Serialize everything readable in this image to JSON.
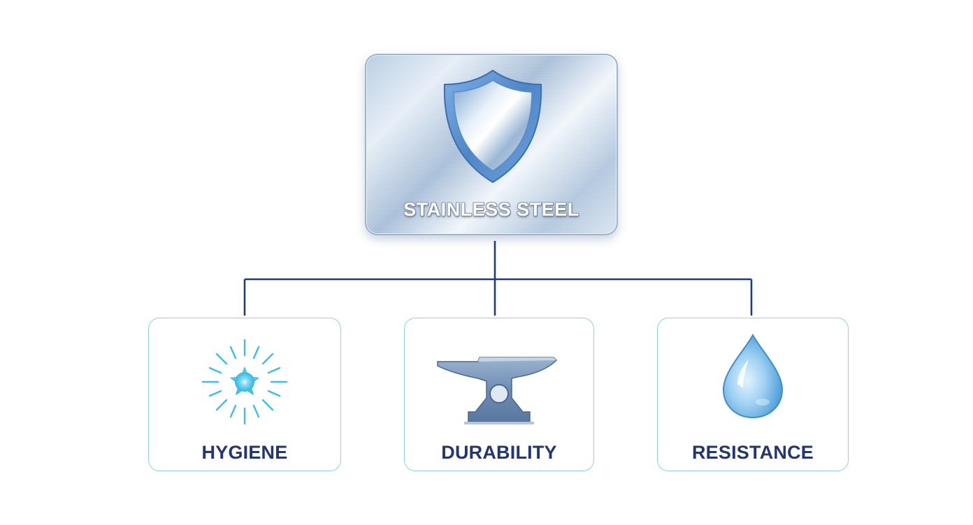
{
  "root": {
    "label": "STAINLESS STEEL",
    "icon": "shield-icon"
  },
  "children": [
    {
      "label": "HYGIENE",
      "icon": "sparkle-icon"
    },
    {
      "label": "DURABILITY",
      "icon": "anvil-icon"
    },
    {
      "label": "RESISTANCE",
      "icon": "water-drop-icon"
    }
  ],
  "colors": {
    "connector": "#1f3a8a",
    "label_text": "#23366f",
    "card_border": "#8fd3df",
    "accent_cyan": "#3ac0e6"
  }
}
